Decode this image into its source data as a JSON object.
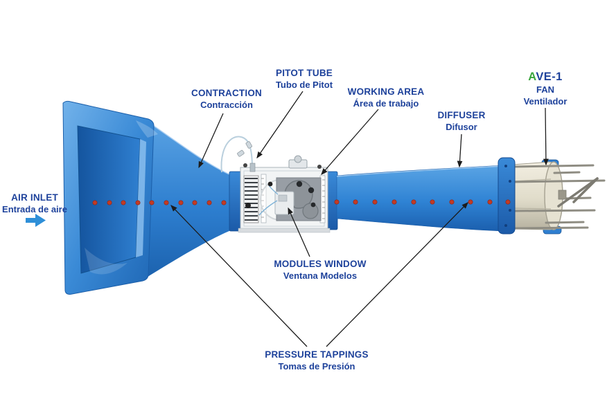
{
  "diagram": {
    "title": "AVE-1 wind tunnel labeled diagram",
    "colors": {
      "label_text": "#1e429b",
      "model_code_green": "#3aa53c",
      "tunnel_blue": "#2b7fd0",
      "pressure_dot_red": "#c23b25",
      "fan_body_cream": "#e9e5d6",
      "leader_line": "#1c1c1c",
      "inlet_arrow_blue": "#2e8fd8"
    },
    "labels": {
      "air_inlet": {
        "en": "AIR INLET",
        "es": "Entrada de aire"
      },
      "contraction": {
        "en": "CONTRACTION",
        "es": "Contracción"
      },
      "pitot_tube": {
        "en": "PITOT TUBE",
        "es": "Tubo de Pitot"
      },
      "working_area": {
        "en": "WORKING AREA",
        "es": "Área de trabajo"
      },
      "diffuser": {
        "en": "DIFFUSER",
        "es": "Difusor"
      },
      "fan": {
        "code_green": "A",
        "code_rest": "VE-1",
        "en": "FAN",
        "es": "Ventilador"
      },
      "modules_window": {
        "en": "MODULES WINDOW",
        "es": "Ventana Modelos"
      },
      "pressure_tappings": {
        "en": "PRESSURE TAPPINGS",
        "es": "Tomas de Presión"
      }
    }
  }
}
